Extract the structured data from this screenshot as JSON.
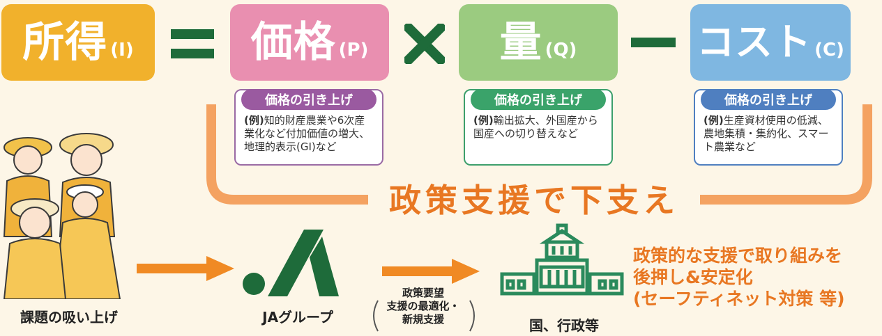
{
  "equation": {
    "income": {
      "label": "所得",
      "symbol": "(I)"
    },
    "equals": "=",
    "price": {
      "label": "価格",
      "symbol": "(P)"
    },
    "times": "×",
    "quantity": {
      "label": "量",
      "symbol": "(Q)"
    },
    "minus": "−",
    "cost": {
      "label": "コスト",
      "symbol": "(C)"
    }
  },
  "cards": {
    "price": {
      "title": "価格の引き上げ",
      "example_tag": "(例)",
      "text": "知的財産農業や6次産業化など付加価値の増大、地理的表示(GI)など"
    },
    "quantity": {
      "title": "価格の引き上げ",
      "example_tag": "(例)",
      "text": "輸出拡大、外国産から国産への切り替えなど"
    },
    "cost": {
      "title": "価格の引き上げ",
      "example_tag": "(例)",
      "text": "生産資材使用の低減、農地集積・集約化、スマート農業など"
    }
  },
  "support_label": "政策支援で下支え",
  "flow": {
    "farmers_label": "課題の吸い上げ",
    "ja_label": "JAグループ",
    "demand_line1": "政策要望",
    "demand_line2": "支援の最適化・",
    "demand_line3": "新規支援",
    "government_label": "国、行政等",
    "goal_line1": "政策的な支援で取り組みを",
    "goal_line2": "後押し&安定化",
    "goal_line3": "(セーフティネット対策 等)"
  },
  "colors": {
    "income": "#f1b12c",
    "price": "#e98fb0",
    "quantity": "#9bcb80",
    "cost": "#7fb7e1",
    "operator": "#1e6b3a",
    "accent_orange": "#e87722",
    "bracket": "#f4a261",
    "ja_green": "#1e6b3a"
  },
  "icons": {
    "farmers": "farmers-group-illustration",
    "ja_logo": "ja-logo-icon",
    "government": "government-building-icon",
    "arrow": "right-arrow-icon"
  }
}
